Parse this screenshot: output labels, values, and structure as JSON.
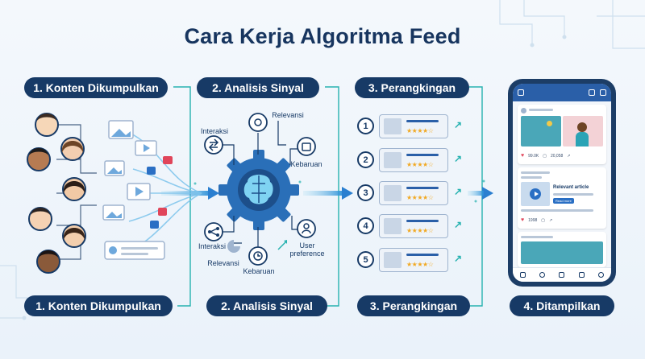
{
  "title": "Cara Kerja Algoritma Feed",
  "steps_top": [
    {
      "label": "1. Konten Dikumpulkan"
    },
    {
      "label": "2. Analisis Sinyal"
    },
    {
      "label": "3. Perangkingan"
    }
  ],
  "steps_bottom": [
    {
      "label": "1. Konten Dikumpulkan"
    },
    {
      "label": "2. Analisis Sinyal"
    },
    {
      "label": "3. Perangkingan"
    },
    {
      "label": "4. Ditampilkan"
    }
  ],
  "signals": {
    "interaksi_top": "Interaksi",
    "relevansi_top": "Relevansi",
    "kebaruan_top": "Kebaruan",
    "interaksi_bottom": "Interaksi",
    "relevansi_bottom": "Relevansi",
    "kebaruan_bottom": "Kebaruan",
    "user_preference": "User preference"
  },
  "ranks": [
    "1",
    "2",
    "3",
    "4",
    "5"
  ],
  "phone": {
    "post1_likes": "99.0K",
    "post1_comments": "20,058",
    "post2_title": "Relevant article",
    "post2_button": "Read more",
    "post2_likes": "1998"
  },
  "colors": {
    "navy": "#173a66",
    "accent_blue": "#2a6fc4",
    "teal": "#27b2b0",
    "star": "#f1a923"
  }
}
